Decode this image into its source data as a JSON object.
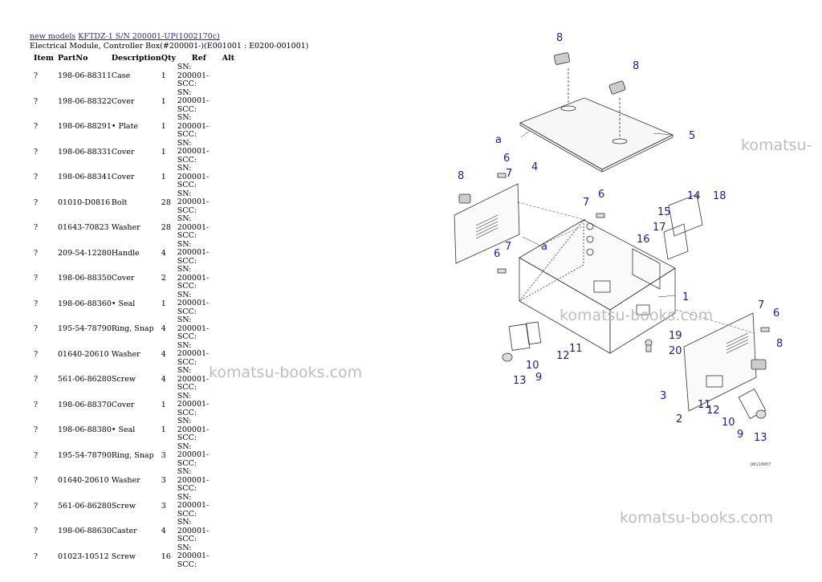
{
  "breadcrumb": {
    "link1": "new models",
    "link2": "KFTDZ-1 S/N 200001-UP(1002170c)"
  },
  "subtitle": "Electrical Module, Controller Box(#200001-)(E001001 : E0200-001001)",
  "table": {
    "headers": [
      "Item",
      "PartNo",
      "Description",
      "Qty",
      "Ref",
      "Alt"
    ],
    "rows": [
      {
        "item": "?",
        "part": "198-06-88311",
        "desc": "Case",
        "qty": "1",
        "ref": "SN: 200001-SCC:"
      },
      {
        "item": "?",
        "part": "198-06-88322",
        "desc": "Cover",
        "qty": "1",
        "ref": "SN: 200001-SCC:"
      },
      {
        "item": "?",
        "part": "198-06-88291",
        "desc": "• Plate",
        "qty": "1",
        "ref": "SN: 200001-SCC:"
      },
      {
        "item": "?",
        "part": "198-06-88331",
        "desc": "Cover",
        "qty": "1",
        "ref": "SN: 200001-SCC:"
      },
      {
        "item": "?",
        "part": "198-06-88341",
        "desc": "Cover",
        "qty": "1",
        "ref": "SN: 200001-SCC:"
      },
      {
        "item": "?",
        "part": "01010-D0816",
        "desc": "Bolt",
        "qty": "28",
        "ref": "SN: 200001-SCC:"
      },
      {
        "item": "?",
        "part": "01643-70823",
        "desc": "Washer",
        "qty": "28",
        "ref": "SN: 200001-SCC:"
      },
      {
        "item": "?",
        "part": "209-54-12280",
        "desc": "Handle",
        "qty": "4",
        "ref": "SN: 200001-SCC:"
      },
      {
        "item": "?",
        "part": "198-06-88350",
        "desc": "Cover",
        "qty": "2",
        "ref": "SN: 200001-SCC:"
      },
      {
        "item": "?",
        "part": "198-06-88360",
        "desc": "• Seal",
        "qty": "1",
        "ref": "SN: 200001-SCC:"
      },
      {
        "item": "?",
        "part": "195-54-78790",
        "desc": "Ring, Snap",
        "qty": "4",
        "ref": "SN: 200001-SCC:"
      },
      {
        "item": "?",
        "part": "01640-20610",
        "desc": "Washer",
        "qty": "4",
        "ref": "SN: 200001-SCC:"
      },
      {
        "item": "?",
        "part": "561-06-86280",
        "desc": "Screw",
        "qty": "4",
        "ref": "SN: 200001-SCC:"
      },
      {
        "item": "?",
        "part": "198-06-88370",
        "desc": "Cover",
        "qty": "1",
        "ref": "SN: 200001-SCC:"
      },
      {
        "item": "?",
        "part": "198-06-88380",
        "desc": "• Seal",
        "qty": "1",
        "ref": "SN: 200001-SCC:"
      },
      {
        "item": "?",
        "part": "195-54-78790",
        "desc": "Ring, Snap",
        "qty": "3",
        "ref": "SN: 200001-SCC:"
      },
      {
        "item": "?",
        "part": "01640-20610",
        "desc": "Washer",
        "qty": "3",
        "ref": "SN: 200001-SCC:"
      },
      {
        "item": "?",
        "part": "561-06-86280",
        "desc": "Screw",
        "qty": "3",
        "ref": "SN: 200001-SCC:"
      },
      {
        "item": "?",
        "part": "198-06-88630",
        "desc": "Caster",
        "qty": "4",
        "ref": "SN: 200001-SCC:"
      },
      {
        "item": "?",
        "part": "01023-10512",
        "desc": "Screw",
        "qty": "16",
        "ref": "SN: 200001-SCC:"
      }
    ]
  },
  "diagram": {
    "callouts": [
      "8",
      "8",
      "5",
      "a",
      "6",
      "7",
      "4",
      "8",
      "7",
      "6",
      "14",
      "18",
      "15",
      "17",
      "16",
      "6",
      "7",
      "a",
      "1",
      "7",
      "6",
      "8",
      "19",
      "20",
      "11",
      "12",
      "10",
      "13",
      "9",
      "3",
      "2",
      "11",
      "12",
      "10",
      "9",
      "13"
    ],
    "figure_id": "JW11995T"
  },
  "watermarks": [
    "komatsu-",
    "komatsu-books.com",
    "komatsu-books.com",
    "komatsu-books.com"
  ]
}
